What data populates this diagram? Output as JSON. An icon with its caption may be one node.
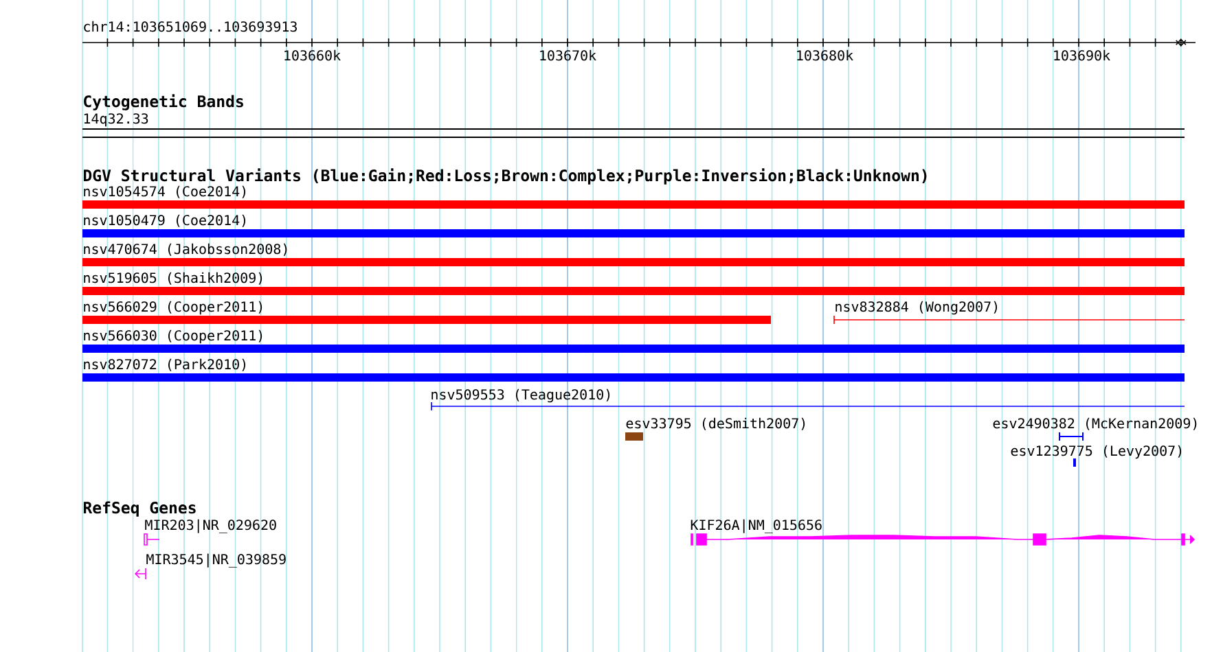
{
  "diagram": {
    "nodes": [
      {
        "text": [
          "14q32.33"
        ]
      },
      {
        "text": [
          "nsv1054574 (Coe2014)"
        ]
      },
      {
        "text": [
          "nsv1050479 (Coe2014)"
        ]
      },
      {
        "text": [
          "nsv470674 (Jakobsson2008)"
        ]
      },
      {
        "text": [
          "nsv519605 (Shaikh2009)"
        ]
      },
      {
        "text": [
          "nsv566029 (Cooper2011)"
        ]
      },
      {
        "text": [
          "nsv832884 (Wong2007)"
        ]
      },
      {
        "text": [
          "nsv566030 (Cooper2011)"
        ]
      },
      {
        "text": [
          "nsv827072 (Park2010)"
        ]
      },
      {
        "text": [
          "nsv509553 (Teague2010)"
        ]
      },
      {
        "text": [
          "esv33795 (deSmith2007)"
        ]
      },
      {
        "text": [
          "esv2490382 (McKernan2009)"
        ]
      },
      {
        "text": [
          "esv1239775 (Levy2007)"
        ]
      },
      {
        "text": [
          "MIR203|NR_029620"
        ]
      },
      {
        "text": [
          "MIR3545|NR_039859"
        ]
      },
      {
        "text": [
          "KIF26A|NM_015656"
        ]
      }
    ],
    "edges": [],
    "labels": [
      "chr14:103651069..103693913",
      "103660k",
      "103670k",
      "103680k",
      "103690k",
      "Cytogenetic Bands",
      "DGV Structural Variants (Blue:Gain;Red:Loss;Brown:Complex;Purple:Inversion;Black:Unknown)",
      "RefSeq Genes"
    ]
  }
}
